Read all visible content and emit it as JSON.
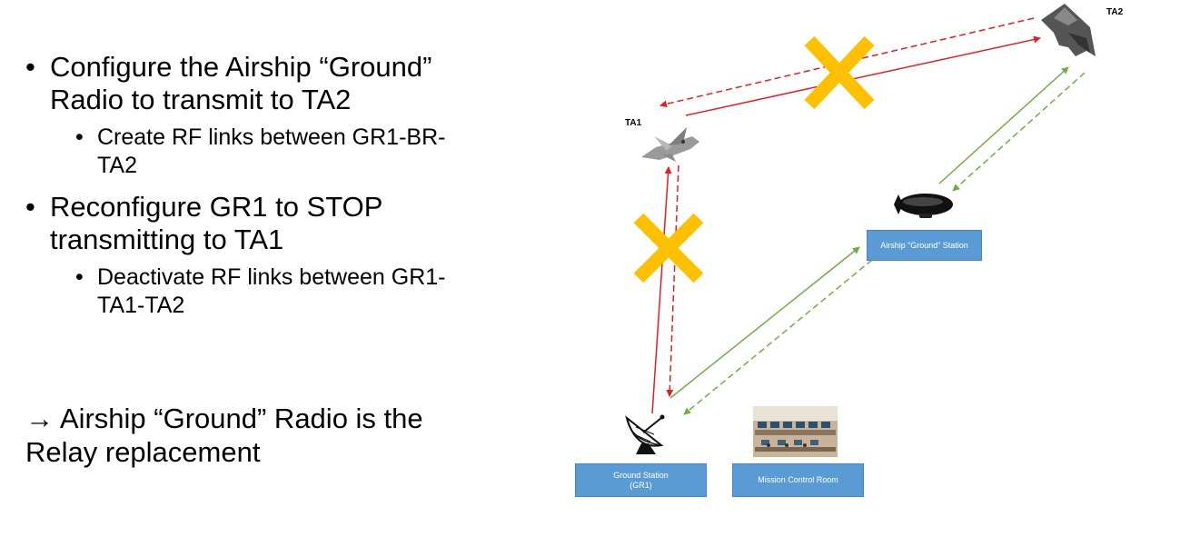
{
  "bullets": [
    {
      "text": "Configure the Airship “Ground” Radio to transmit to TA2",
      "sub": [
        "Create RF links between GR1-BR-TA2"
      ]
    },
    {
      "text": "Reconfigure GR1 to STOP transmitting to TA1",
      "sub": [
        "Deactivate RF links between GR1-TA1-TA2"
      ]
    }
  ],
  "bullet_char": "•",
  "conclusion": {
    "arrow": "→",
    "text": "Airship “Ground” Radio is the Relay replacement"
  },
  "diagram": {
    "labels": {
      "ta1": "TA1",
      "ta2": "TA2"
    },
    "boxes": {
      "airship_station": "Airship “Ground” Station",
      "ground_station_line1": "Ground Station",
      "ground_station_line2": "(GR1)",
      "mission_control": "Mission Control Room"
    },
    "colors": {
      "blocked_link": "#e02020",
      "active_link": "#70ad47",
      "cross": "#ffc000",
      "box": "#5b9bd5"
    }
  }
}
